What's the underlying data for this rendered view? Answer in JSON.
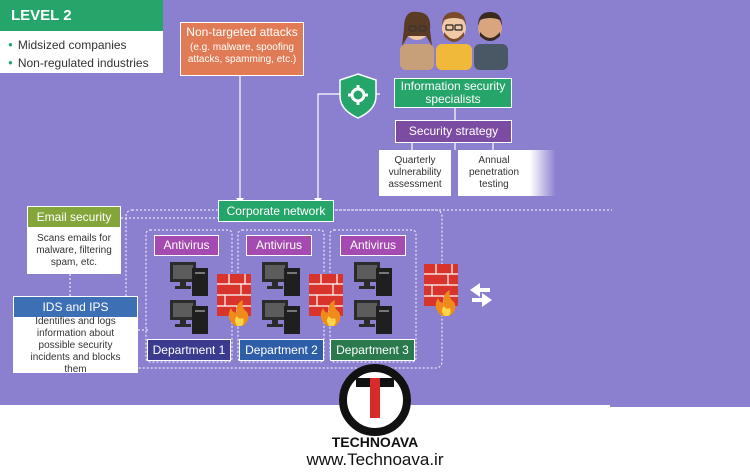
{
  "level": {
    "title": "LEVEL 2",
    "items": [
      "Midsized companies",
      "Non-regulated industries"
    ]
  },
  "threats": {
    "title": "Non-targeted attacks",
    "subtitle": "(e.g. malware, spoofing attacks, spamming, etc.)"
  },
  "specialists": {
    "title": "Information security specialists"
  },
  "strategy": {
    "title": "Security strategy",
    "items": [
      "Quarterly vulnerability assessment",
      "Annual penetration testing"
    ]
  },
  "network": {
    "title": "Corporate network"
  },
  "email_security": {
    "title": "Email security",
    "desc": "Scans emails for malware, filtering spam, etc."
  },
  "ids_ips": {
    "title": "IDS and IPS",
    "desc": "Identifies and logs information about possible security incidents and blocks them"
  },
  "departments": [
    {
      "antivirus": "Antivirus",
      "name": "Department 1"
    },
    {
      "antivirus": "Antivirus",
      "name": "Department 2"
    },
    {
      "antivirus": "Antivirus",
      "name": "Department 3"
    }
  ],
  "footer": {
    "brand": "TECHNOAVA",
    "url": "www.Technoava.ir"
  },
  "colors": {
    "background": "#8b7fd0",
    "green": "#26a56b",
    "orange": "#e17b55",
    "purple": "#7c4ca3",
    "magenta": "#a44ab0",
    "olive": "#83a53a",
    "blue": "#3d6fb4",
    "firewall": "#d9342b"
  }
}
